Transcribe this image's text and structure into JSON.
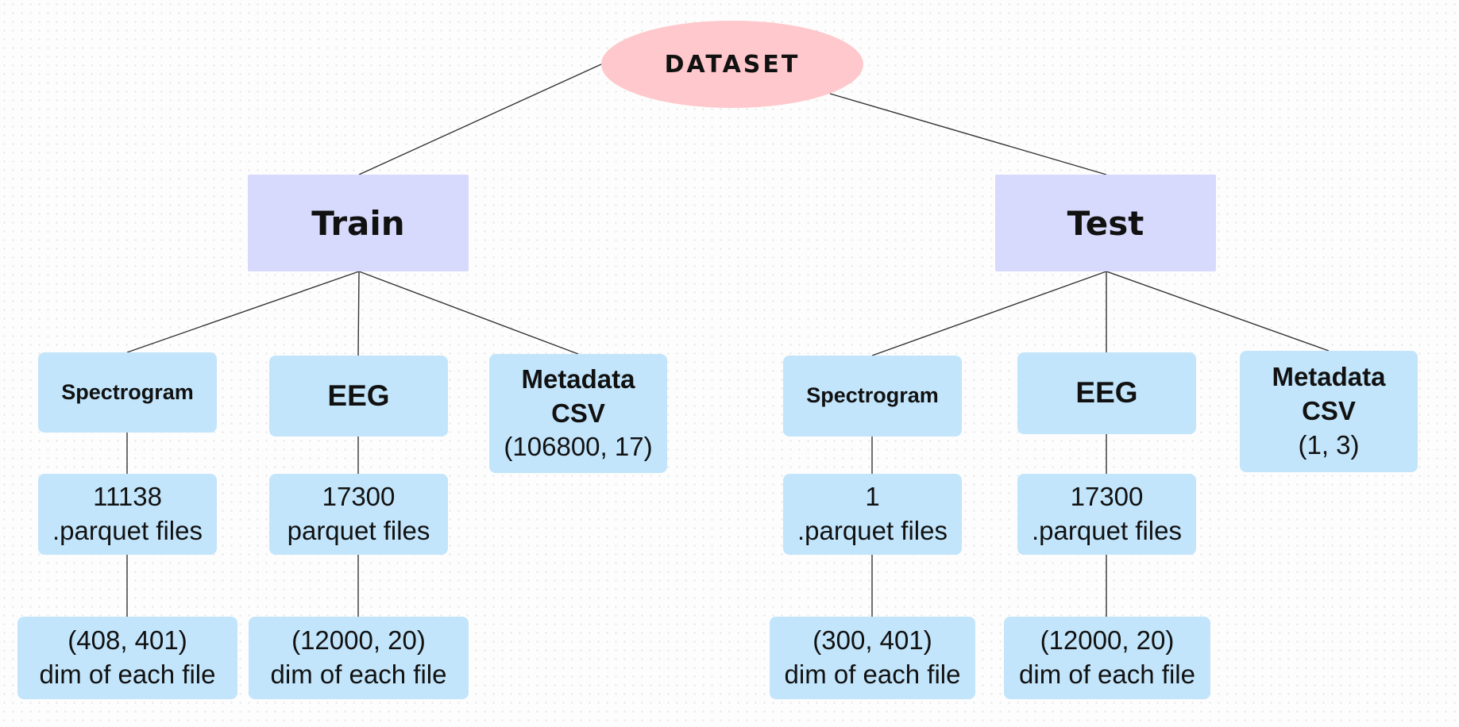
{
  "root": {
    "label": "DATASET"
  },
  "train": {
    "label": "Train",
    "spectrogram": {
      "label": "Spectrogram",
      "count": "11138",
      "files": ".parquet files",
      "dim": "(408, 401)",
      "dim_caption": "dim of each file"
    },
    "eeg": {
      "label": "EEG",
      "count": "17300",
      "files": "parquet files",
      "dim": "(12000, 20)",
      "dim_caption": "dim of each file"
    },
    "metadata": {
      "line1": "Metadata",
      "line2": "CSV",
      "shape": "(106800, 17)"
    }
  },
  "test": {
    "label": "Test",
    "spectrogram": {
      "label": "Spectrogram",
      "count": "1",
      "files": ".parquet files",
      "dim": "(300, 401)",
      "dim_caption": "dim of each file"
    },
    "eeg": {
      "label": "EEG",
      "count": "17300",
      "files": ".parquet files",
      "dim": "(12000, 20)",
      "dim_caption": "dim of each file"
    },
    "metadata": {
      "line1": "Metadata",
      "line2": "CSV",
      "shape": "(1, 3)"
    }
  }
}
